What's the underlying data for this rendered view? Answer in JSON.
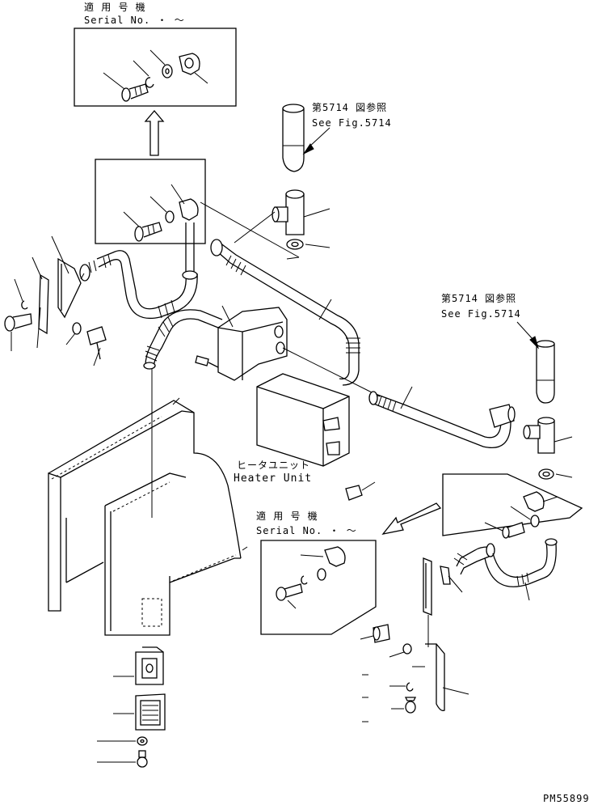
{
  "top_inset": {
    "line1": "適 用 号 機",
    "line2": "Serial No.  ・ ～"
  },
  "ref_top": {
    "line1": "第5714 図参照",
    "line2": "See Fig.5714"
  },
  "ref_right": {
    "line1": "第5714 図参照",
    "line2": "See Fig.5714"
  },
  "heater": {
    "jp": "ヒータユニット",
    "en": "Heater Unit"
  },
  "mid_inset": {
    "line1": "適 用 号 機",
    "line2": "Serial No.  ・ ～"
  },
  "drawing_no": "PM55899"
}
